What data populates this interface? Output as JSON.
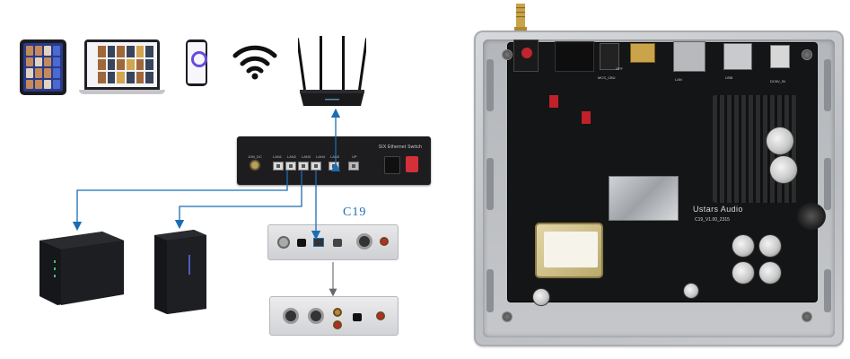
{
  "switch": {
    "name": "SIX Ethernet Switch",
    "ports": [
      "10M_DC",
      "LAN1",
      "LAN2",
      "LAN3",
      "LAN4",
      "LAN5",
      "UP"
    ]
  },
  "c19": {
    "label": "C19"
  },
  "board": {
    "brand": "Ustars Audio",
    "model": "C19_V1.00_2315",
    "labels": {
      "lan": "LAN",
      "usb": "USB",
      "dc": "DC6V_IN",
      "mcs": "MCS_CBU",
      "off": "OFF"
    }
  },
  "colors": {
    "arrow": "#1a6db4",
    "c19_label": "#1a6db4",
    "switch_body": "#1d1d20",
    "pcb": "#141516"
  },
  "icons": [
    "tablet-icon",
    "laptop-icon",
    "phone-icon",
    "wifi-icon",
    "router-icon",
    "nas-icon",
    "tower-server-icon"
  ]
}
